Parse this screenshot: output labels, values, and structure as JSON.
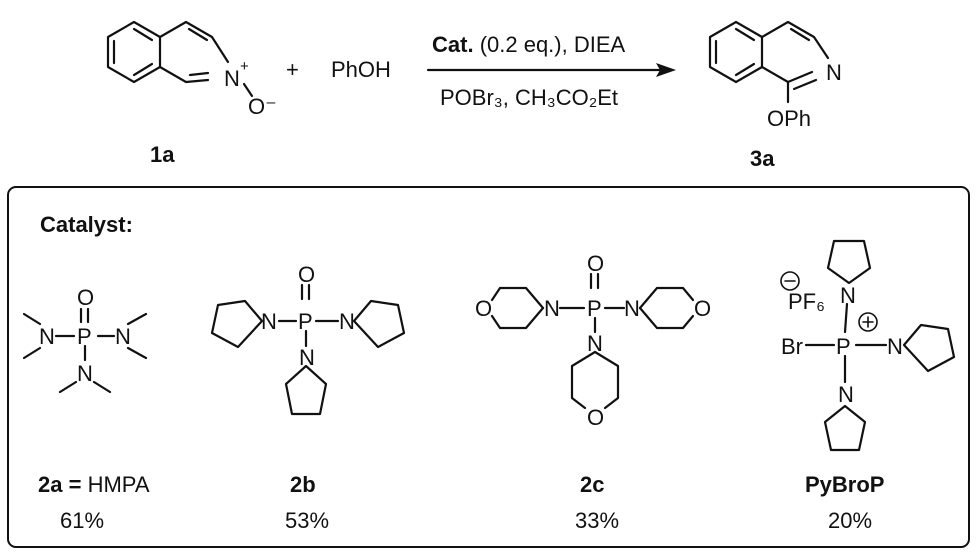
{
  "reaction": {
    "reactant1_id": "1a",
    "plus": "+",
    "reagent": "PhOH",
    "conditions_top_bold": "Cat.",
    "conditions_top_rest": "(0.2 eq.), DIEA",
    "conditions_bottom": "POBr₃, CH₃CO₂Et",
    "product_id": "3a",
    "product_substituent": "OPh"
  },
  "atoms": {
    "N": "N",
    "O": "O",
    "P": "P",
    "Br": "Br",
    "PF6": "PF₆",
    "n_plus": "+",
    "o_minus": "O⁻"
  },
  "catalyst_box": {
    "heading": "Catalyst:",
    "catalysts": [
      {
        "id": "2a",
        "equals": "=",
        "name": "HMPA",
        "yield": "61%"
      },
      {
        "id": "2b",
        "name": "",
        "yield": "53%"
      },
      {
        "id": "2c",
        "name": "",
        "yield": "33%"
      },
      {
        "id": "PyBroP",
        "name": "",
        "yield": "20%"
      }
    ]
  },
  "colors": {
    "ink": "#111111",
    "background": "#ffffff"
  }
}
